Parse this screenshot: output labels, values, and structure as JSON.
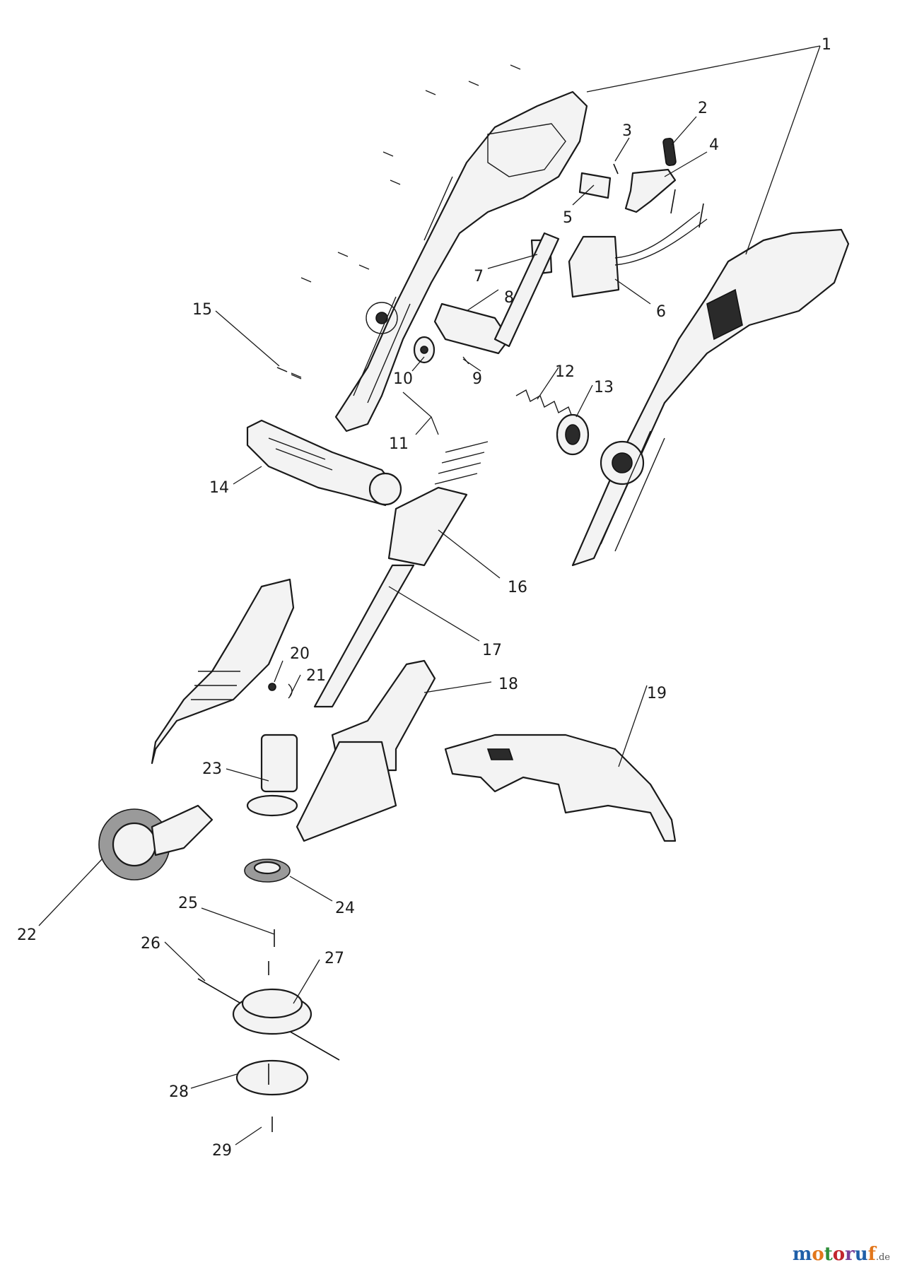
{
  "diagram": {
    "callouts": [
      "1",
      "2",
      "3",
      "4",
      "5",
      "6",
      "7",
      "8",
      "9",
      "10",
      "11",
      "12",
      "13",
      "14",
      "15",
      "16",
      "17",
      "18",
      "19",
      "20",
      "21",
      "22",
      "23",
      "24",
      "25",
      "26",
      "27",
      "28",
      "29"
    ]
  },
  "watermark": {
    "text": "motoruf",
    "suffix": ".de",
    "colors": [
      "#1f5fa8",
      "#e2761b",
      "#2f8f3a",
      "#c2262e",
      "#7a3f98"
    ]
  }
}
